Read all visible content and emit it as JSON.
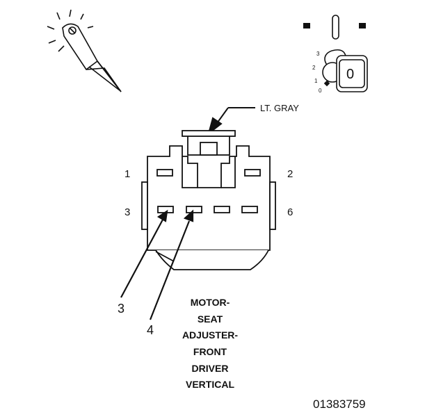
{
  "diagram": {
    "wire_color": "LT. GRAY",
    "cavity_labels": {
      "c1": "1",
      "c2": "2",
      "c3": "3",
      "c6": "6"
    },
    "callouts": {
      "a": "3",
      "b": "4"
    },
    "caption_lines": [
      "MOTOR-",
      "SEAT",
      "ADJUSTER-",
      "FRONT",
      "DRIVER",
      "VERTICAL"
    ],
    "figure_number": "01383759"
  },
  "ignition_key": {
    "positions": [
      "3",
      "2",
      "1",
      "0"
    ],
    "key_label": "0"
  },
  "colors": {
    "ink": "#111111",
    "background": "#ffffff"
  }
}
